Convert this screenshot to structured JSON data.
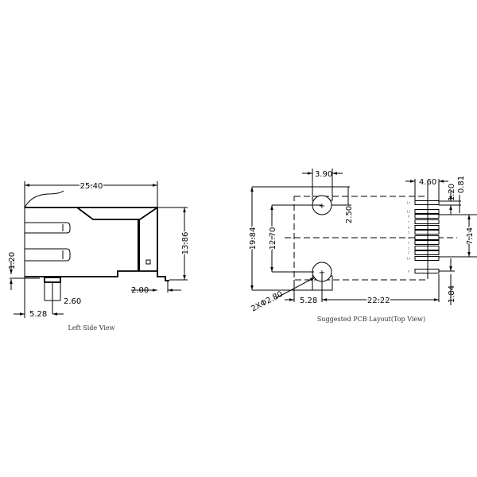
{
  "left_view": {
    "caption": "Left Side View",
    "dims": {
      "width": "25.40",
      "height": "13.86",
      "led_offset": "1.20",
      "post": "2.60",
      "post_offset": "5.28",
      "tail": "2.00"
    }
  },
  "pcb_view": {
    "caption": "Suggested PCB Layout(Top View)",
    "dims": {
      "hole_pad": "3.90",
      "hole_offset": "2.50",
      "overall": "19.84",
      "hole_spacing": "12.70",
      "hole_x": "5.28",
      "hole_to_pins": "22.22",
      "pad_len": "4.60",
      "pitch_a": "1.20",
      "pitch_b": "0.81",
      "pin_span": "7.14",
      "last_pitch": "1.84",
      "hole_dia": "2XΦ2.80"
    },
    "pin_labels": [
      "12",
      "11",
      "8",
      "7",
      "6",
      "5",
      "4",
      "3",
      "2",
      "1",
      "10",
      "9"
    ]
  }
}
